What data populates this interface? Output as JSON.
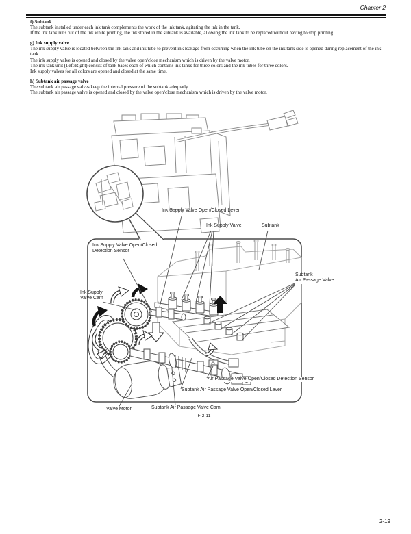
{
  "header": {
    "chapter": "Chapter 2"
  },
  "sections": [
    {
      "heading": "f) Subtank",
      "paragraphs": [
        "The subtank installed under each ink tank complements the work of the ink tank, agitating the ink in the tank.",
        "If the ink tank runs out of the ink while printing, the ink stored in the subtank is available, allowing the ink tank to be replaced without having to stop printing."
      ]
    },
    {
      "heading": "g) Ink supply valve",
      "paragraphs": [
        "The ink supply valve is located between the ink tank and ink tube to prevent ink leakage from occurring when the ink tube on the ink tank side is opened during replacement of the ink tank.",
        "The ink supply valve is opened and closed by the valve open/close mechanism which is driven by the valve motor.",
        "The ink tank unit (Left/Right) consist of tank bases each of which contains ink tanks for three colors and the ink tubes for three colors.",
        "Ink supply valves for all colors are opened and closed at the same time."
      ]
    },
    {
      "heading": "h) Subtank air passage valve",
      "paragraphs": [
        "The subtank air passage valves keep the internal pressure of the subtank adequatly.",
        "The subtank air passage valve is opened and closed by the valve open/close mechanism which is driven by the valve motor."
      ]
    }
  ],
  "figure": {
    "number": "F-2-11",
    "labels": {
      "ink_supply_valve_lever": "Ink Supply Valve Open/Closed Lever",
      "ink_supply_valve": "Ink Supply Valve",
      "subtank": "Subtank",
      "ink_supply_sensor": "Ink Supply Valve Open/Closed\nDetection Sensor",
      "ink_supply_cam": "Ink Supply\nValve Cam",
      "subtank_air_passage_valve": "Subtank\nAir Passage Valve",
      "air_passage_sensor": "Air Passage Valve Open/Closed Detection Sensor",
      "air_passage_lever": "Subtank Air Passage Valve Open/Closed Lever",
      "valve_motor": "Valve Motor",
      "air_passage_cam": "Subtank Air Passage Valve Cam"
    }
  },
  "footer": {
    "page_number": "2-19"
  }
}
